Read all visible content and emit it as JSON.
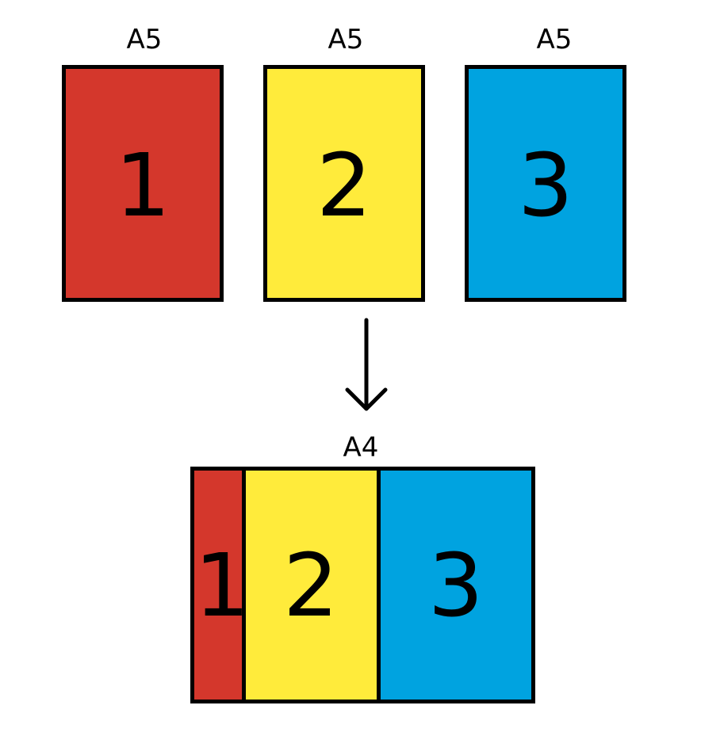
{
  "top_row": {
    "pages": [
      {
        "size_label": "A5",
        "number": "1",
        "color": "#d4372c"
      },
      {
        "size_label": "A5",
        "number": "2",
        "color": "#ffeb3b"
      },
      {
        "size_label": "A5",
        "number": "3",
        "color": "#00a3e0"
      }
    ]
  },
  "arrow": {
    "icon": "arrow-down-icon"
  },
  "bottom": {
    "size_label": "A4",
    "segments": [
      {
        "number": "1",
        "color": "#d4372c",
        "share": 0.14
      },
      {
        "number": "2",
        "color": "#ffeb3b",
        "share": 0.4
      },
      {
        "number": "3",
        "color": "#00a3e0",
        "share": 0.46
      }
    ]
  }
}
